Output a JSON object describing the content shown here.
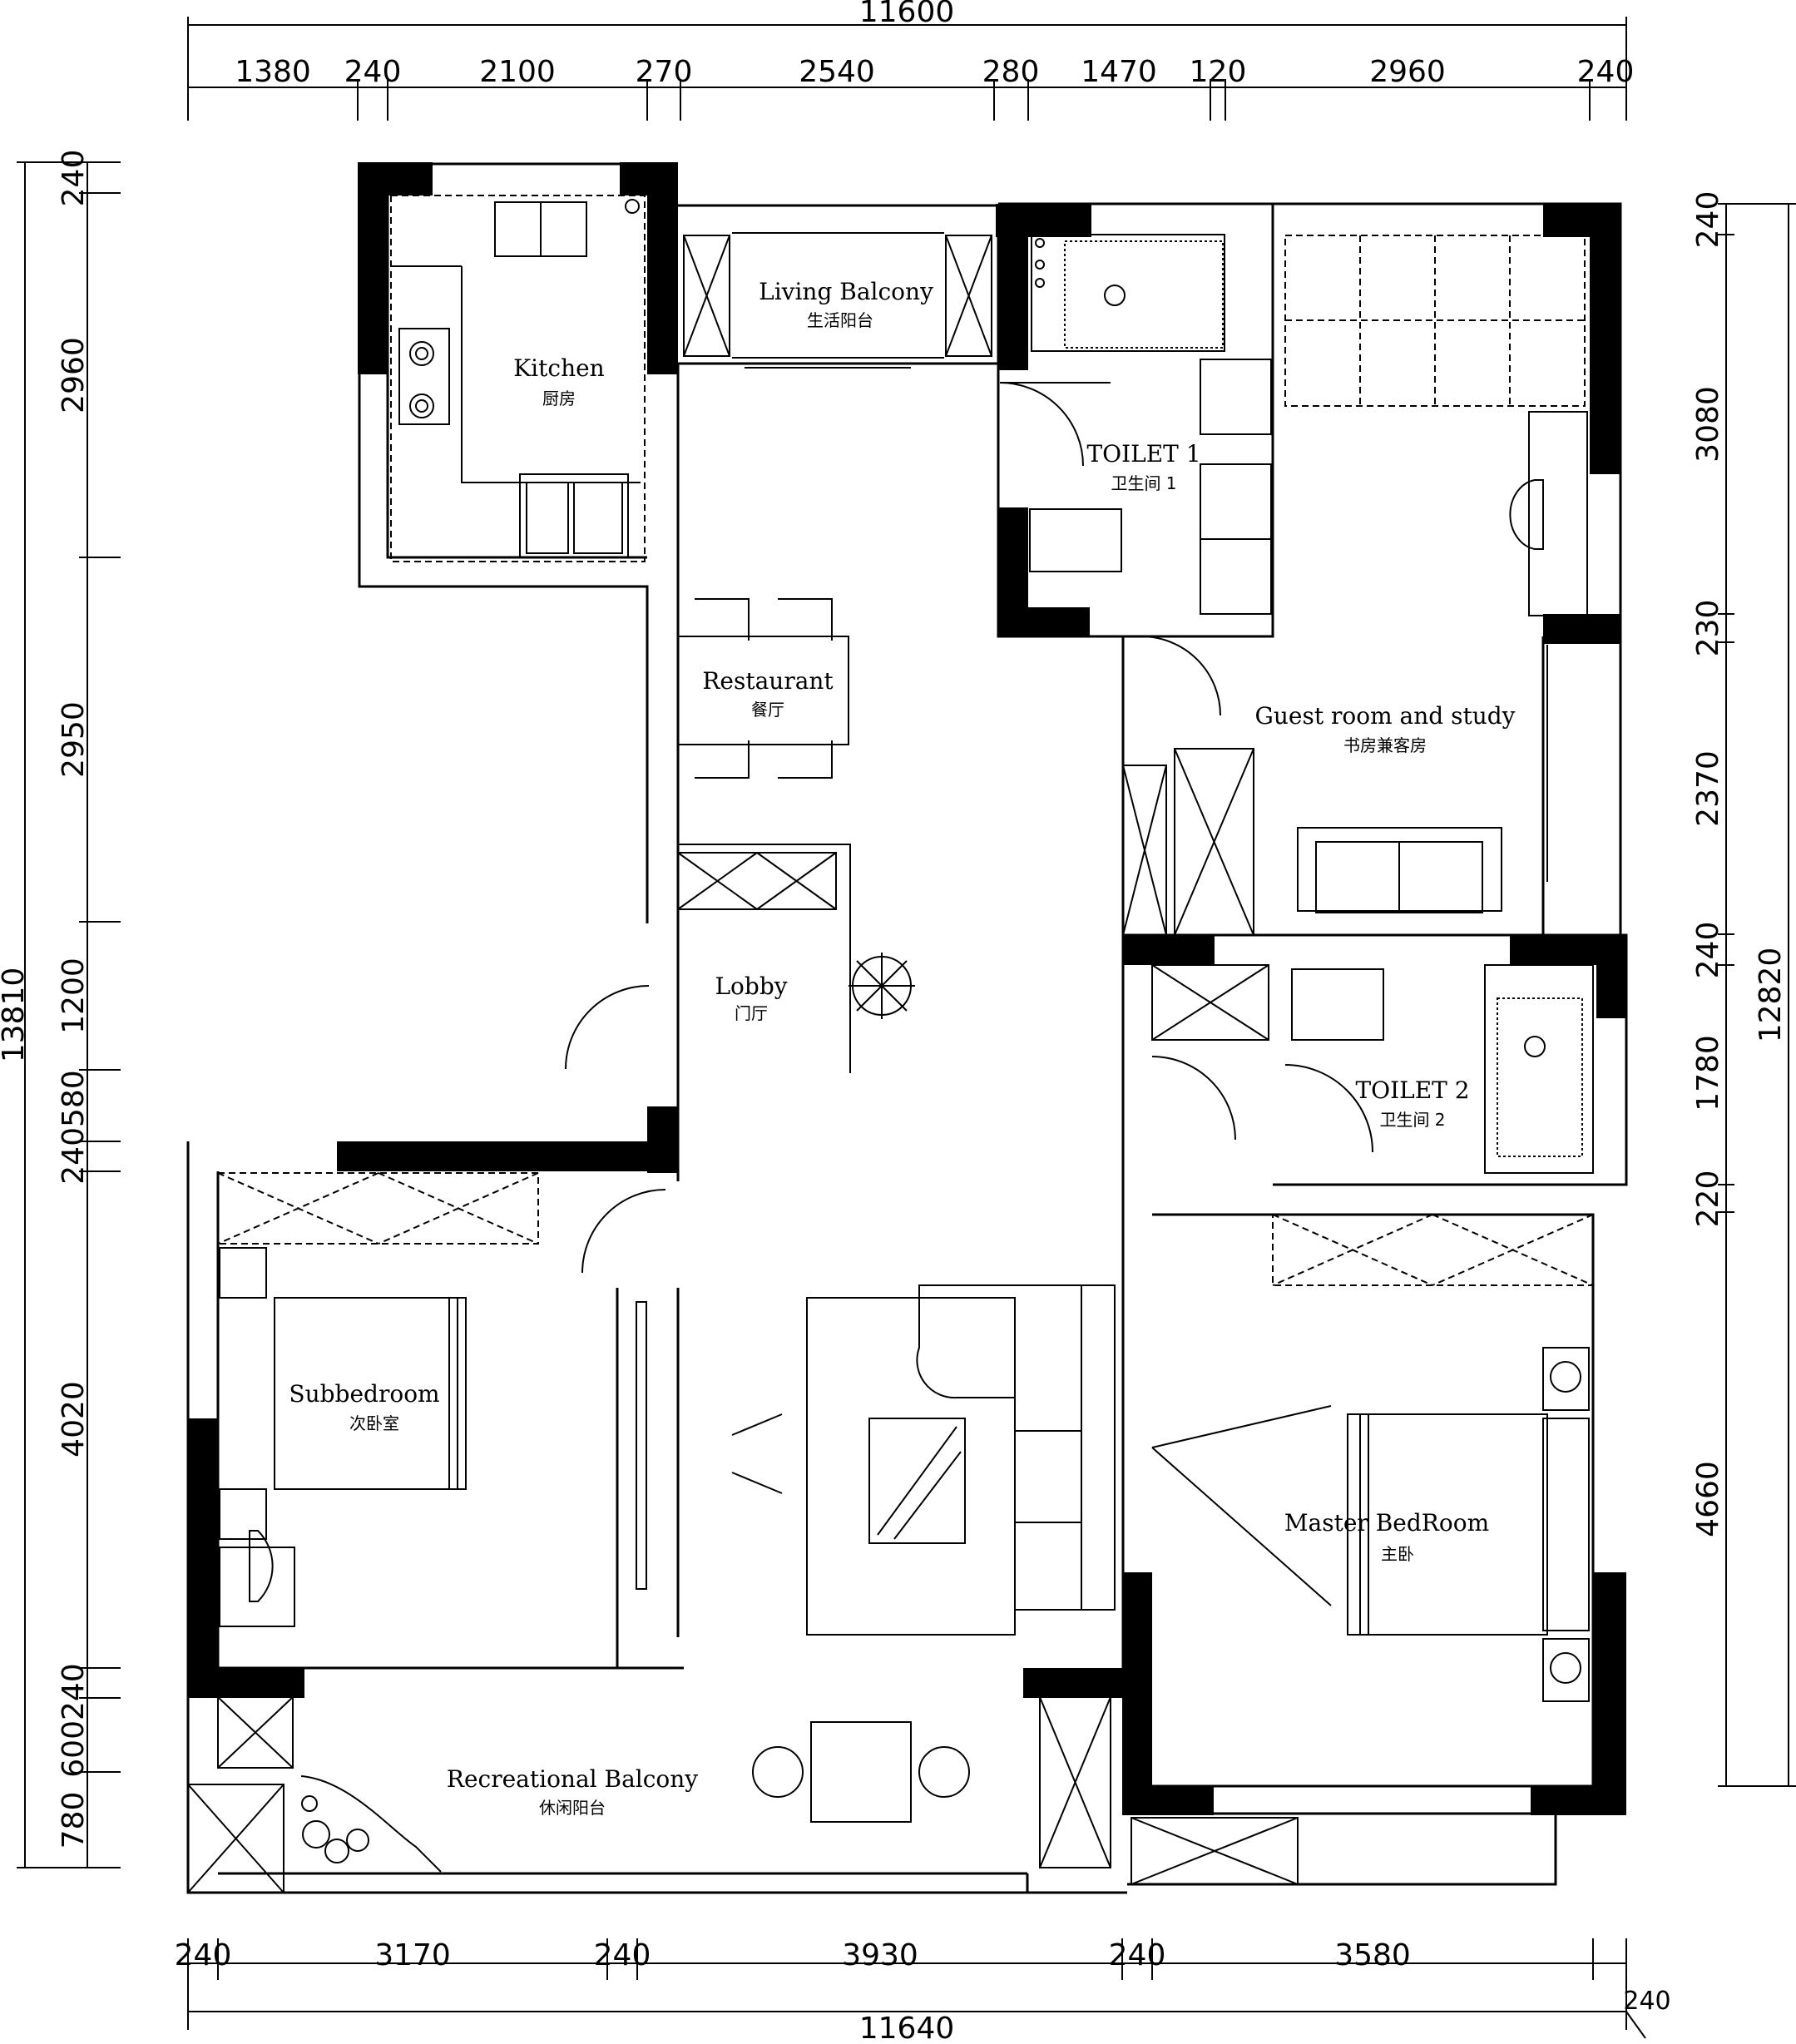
{
  "dimensions": {
    "top_total": "11600",
    "top_segments": [
      "1380",
      "240",
      "2100",
      "270",
      "2540",
      "280",
      "1470",
      "120",
      "2960",
      "240"
    ],
    "bottom_total": "11640",
    "bottom_segments": [
      "240",
      "3170",
      "240",
      "3930",
      "240",
      "3580"
    ],
    "bottom_extra": "240",
    "left_total": "13810",
    "left_segments": [
      "240",
      "2960",
      "2950",
      "1200",
      "240580",
      "4020",
      "600240",
      "780"
    ],
    "right_total": "12820",
    "right_segments": [
      "240",
      "3080",
      "230",
      "2370",
      "240",
      "1780",
      "220",
      "4660"
    ]
  },
  "rooms": [
    {
      "name": "Kitchen",
      "cn": "厨房"
    },
    {
      "name": "Living Balcony",
      "cn": "生活阳台"
    },
    {
      "name": "TOILET 1",
      "cn": "卫生间 1"
    },
    {
      "name": "Restaurant",
      "cn": "餐厅"
    },
    {
      "name": "Guest room and study",
      "cn": "书房兼客房"
    },
    {
      "name": "Lobby",
      "cn": "门厅"
    },
    {
      "name": "TOILET 2",
      "cn": "卫生间 2"
    },
    {
      "name": "Subbedroom",
      "cn": "次卧室"
    },
    {
      "name": "Master BedRoom",
      "cn": "主卧"
    },
    {
      "name": "Recreational Balcony",
      "cn": "休闲阳台"
    }
  ]
}
